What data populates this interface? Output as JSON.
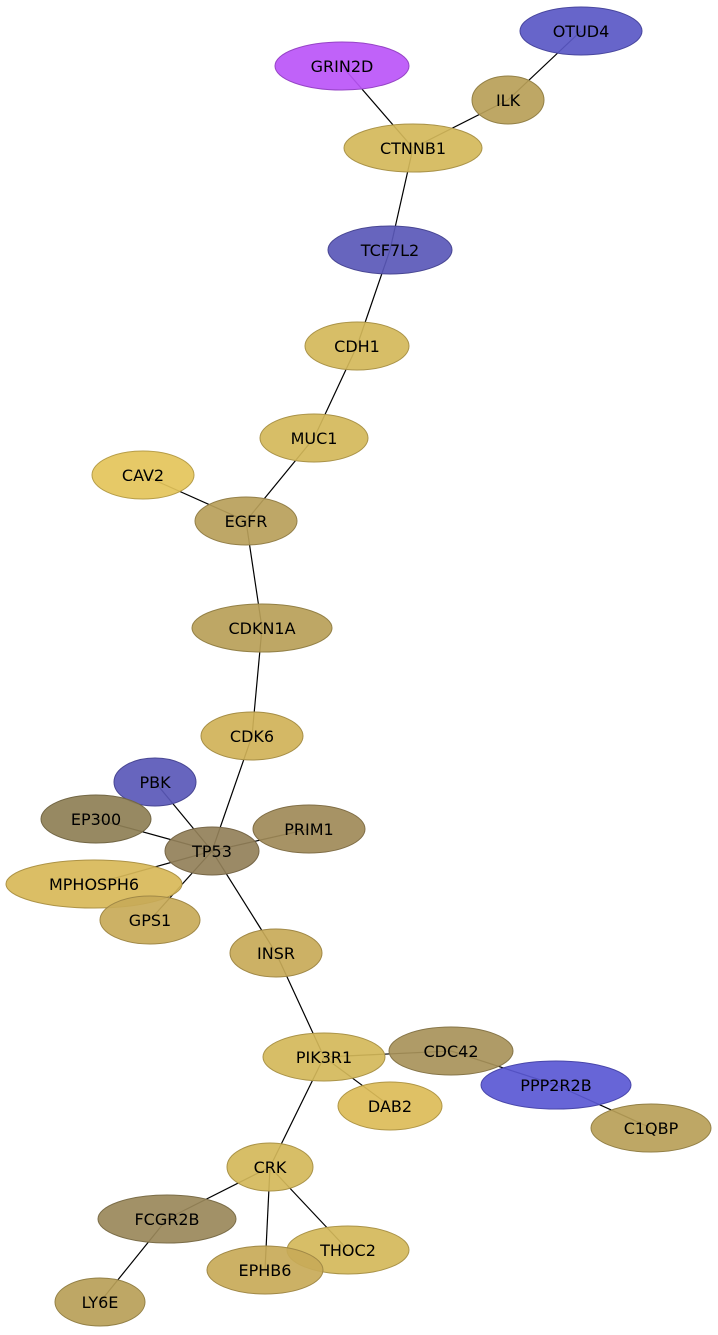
{
  "nodes": [
    {
      "id": "GRIN2D",
      "label": "GRIN2D",
      "color": "#bb55f8"
    },
    {
      "id": "OTUD4",
      "label": "OTUD4",
      "color": "#5a58c6"
    },
    {
      "id": "ILK",
      "label": "ILK",
      "color": "#b8a058"
    },
    {
      "id": "CTNNB1",
      "label": "CTNNB1",
      "color": "#d4b85a"
    },
    {
      "id": "TCF7L2",
      "label": "TCF7L2",
      "color": "#5a58b8"
    },
    {
      "id": "CDH1",
      "label": "CDH1",
      "color": "#d4b85a"
    },
    {
      "id": "MUC1",
      "label": "MUC1",
      "color": "#d4b85a"
    },
    {
      "id": "CAV2",
      "label": "CAV2",
      "color": "#e4c45a"
    },
    {
      "id": "EGFR",
      "label": "EGFR",
      "color": "#b89f5a"
    },
    {
      "id": "CDKN1A",
      "label": "CDKN1A",
      "color": "#b8a058"
    },
    {
      "id": "CDK6",
      "label": "CDK6",
      "color": "#d0b258"
    },
    {
      "id": "PBK",
      "label": "PBK",
      "color": "#5a58b8"
    },
    {
      "id": "EP300",
      "label": "EP300",
      "color": "#8e7f55"
    },
    {
      "id": "PRIM1",
      "label": "PRIM1",
      "color": "#a08a58"
    },
    {
      "id": "TP53",
      "label": "TP53",
      "color": "#938059"
    },
    {
      "id": "MPHOSPH6",
      "label": "MPHOSPH6",
      "color": "#d8b858"
    },
    {
      "id": "GPS1",
      "label": "GPS1",
      "color": "#c8aa58"
    },
    {
      "id": "INSR",
      "label": "INSR",
      "color": "#c8aa58"
    },
    {
      "id": "PIK3R1",
      "label": "PIK3R1",
      "color": "#d4b85a"
    },
    {
      "id": "CDC42",
      "label": "CDC42",
      "color": "#a8925a"
    },
    {
      "id": "PPP2R2B",
      "label": "PPP2R2B",
      "color": "#5a58d4"
    },
    {
      "id": "DAB2",
      "label": "DAB2",
      "color": "#dcbc58"
    },
    {
      "id": "C1QBP",
      "label": "C1QBP",
      "color": "#b8a058"
    },
    {
      "id": "CRK",
      "label": "CRK",
      "color": "#d4b85a"
    },
    {
      "id": "FCGR2B",
      "label": "FCGR2B",
      "color": "#9a885a"
    },
    {
      "id": "THOC2",
      "label": "THOC2",
      "color": "#d4b85a"
    },
    {
      "id": "EPHB6",
      "label": "EPHB6",
      "color": "#c8aa58"
    },
    {
      "id": "LY6E",
      "label": "LY6E",
      "color": "#b8a058"
    }
  ],
  "edges": [
    [
      "OTUD4",
      "ILK"
    ],
    [
      "ILK",
      "CTNNB1"
    ],
    [
      "GRIN2D",
      "CTNNB1"
    ],
    [
      "CTNNB1",
      "TCF7L2"
    ],
    [
      "TCF7L2",
      "CDH1"
    ],
    [
      "CDH1",
      "MUC1"
    ],
    [
      "MUC1",
      "EGFR"
    ],
    [
      "CAV2",
      "EGFR"
    ],
    [
      "EGFR",
      "CDKN1A"
    ],
    [
      "CDKN1A",
      "CDK6"
    ],
    [
      "CDK6",
      "TP53"
    ],
    [
      "PBK",
      "TP53"
    ],
    [
      "EP300",
      "TP53"
    ],
    [
      "PRIM1",
      "TP53"
    ],
    [
      "MPHOSPH6",
      "TP53"
    ],
    [
      "GPS1",
      "TP53"
    ],
    [
      "TP53",
      "INSR"
    ],
    [
      "INSR",
      "PIK3R1"
    ],
    [
      "PIK3R1",
      "CDC42"
    ],
    [
      "PIK3R1",
      "DAB2"
    ],
    [
      "CDC42",
      "PPP2R2B"
    ],
    [
      "PPP2R2B",
      "C1QBP"
    ],
    [
      "PIK3R1",
      "CRK"
    ],
    [
      "CRK",
      "FCGR2B"
    ],
    [
      "CRK",
      "THOC2"
    ],
    [
      "CRK",
      "EPHB6"
    ],
    [
      "FCGR2B",
      "LY6E"
    ]
  ]
}
